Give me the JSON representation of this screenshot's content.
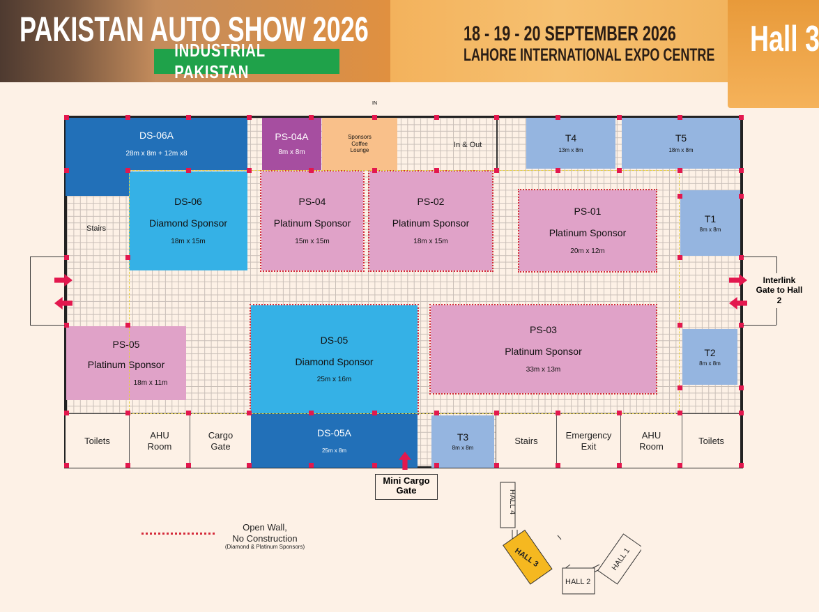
{
  "header": {
    "title": "PAKISTAN AUTO SHOW 2026",
    "subtitle": "INDUSTRIAL PAKISTAN",
    "dates": "18 - 19 - 20 SEPTEMBER 2026",
    "venue": "LAHORE INTERNATIONAL EXPO CENTRE",
    "hall": "Hall 3"
  },
  "colors": {
    "diamond": "#35b1e6",
    "diamond_annex": "#2270b8",
    "platinum": "#e0a2c8",
    "platinum_annex": "#a64ea0",
    "t_stalls": "#95b5e0",
    "lounge": "#f9c08a",
    "marker": "#e3184e",
    "open_wall": "#d42a3a"
  },
  "booths": {
    "ds06a": {
      "name": "DS-06A",
      "size": "28m x 8m + 12m x8"
    },
    "ps04a": {
      "name": "PS-04A",
      "size": "8m x 8m"
    },
    "lounge": {
      "name": "Sponsors Coffee Lounge",
      "in": "IN"
    },
    "t4": {
      "name": "T4",
      "size": "13m x 8m"
    },
    "t5": {
      "name": "T5",
      "size": "18m x 8m"
    },
    "ds06": {
      "name": "DS-06",
      "type": "Diamond Sponsor",
      "size": "18m x 15m"
    },
    "ps04": {
      "name": "PS-04",
      "type": "Platinum Sponsor",
      "size": "15m x 15m"
    },
    "ps02": {
      "name": "PS-02",
      "type": "Platinum Sponsor",
      "size": "18m x 15m"
    },
    "ps01": {
      "name": "PS-01",
      "type": "Platinum Sponsor",
      "size": "20m x 12m"
    },
    "t1": {
      "name": "T1",
      "size": "8m x 8m"
    },
    "ps05": {
      "name": "PS-05",
      "type": "Platinum Sponsor",
      "size": "18m x 11m"
    },
    "ds05": {
      "name": "DS-05",
      "type": "Diamond Sponsor",
      "size": "25m x 16m"
    },
    "ps03": {
      "name": "PS-03",
      "type": "Platinum Sponsor",
      "size": "33m x 13m"
    },
    "t2": {
      "name": "T2",
      "size": "8m x 8m"
    },
    "ds05a": {
      "name": "DS-05A",
      "size": "25m x 8m"
    },
    "t3": {
      "name": "T3",
      "size": "8m x 8m"
    }
  },
  "rooms": {
    "stairs_top": "Stairs",
    "in_out": "In & Out",
    "toilets_l": "Toilets",
    "ahu_l": "AHU Room",
    "cargo": "Cargo Gate",
    "stairs_b": "Stairs",
    "emergency": "Emergency Exit",
    "ahu_r": "AHU Room",
    "toilets_r": "Toilets"
  },
  "gates": {
    "interlink": "Interlink Gate to Hall 2",
    "mini_cargo": "Mini Cargo Gate"
  },
  "legend": {
    "line1": "Open Wall,",
    "line2": "No Construction",
    "note": "(Diamond & Platinum Sponsors)"
  },
  "key": {
    "hall1": "HALL 1",
    "hall2": "HALL 2",
    "hall3": "HALL 3",
    "hall4": "HALL 4",
    "highlight": "#f5b820"
  }
}
